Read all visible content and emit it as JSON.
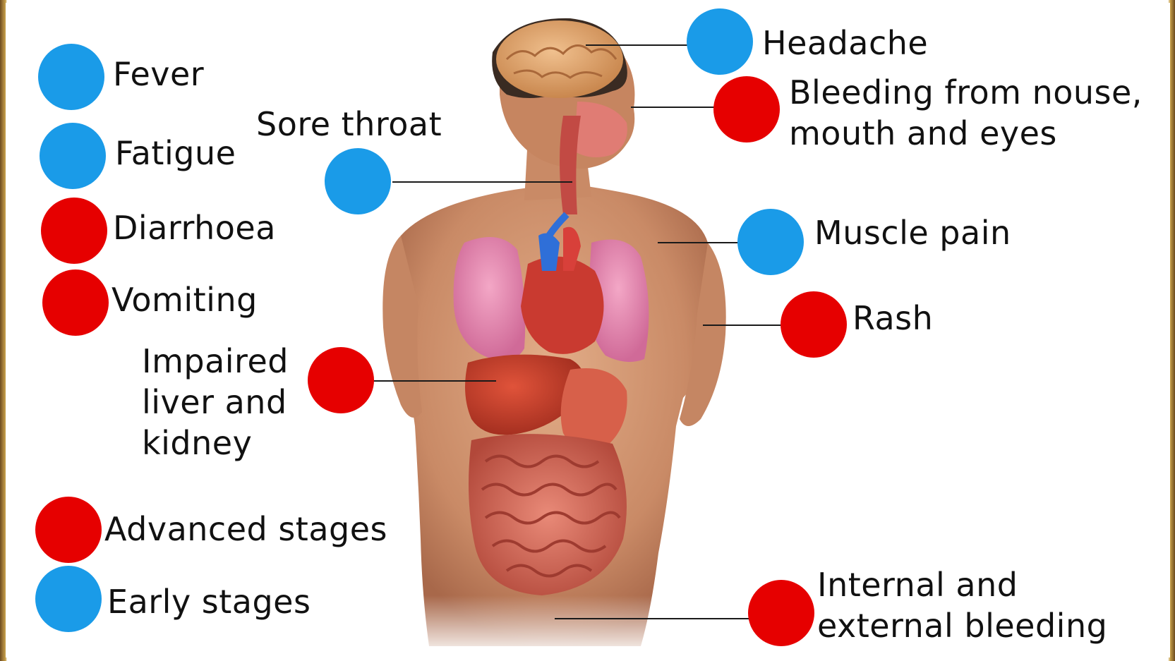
{
  "colors": {
    "early": "#1a9be8",
    "advanced": "#e60000"
  },
  "legend": {
    "advanced_label": "Advanced stages",
    "early_label": "Early stages"
  },
  "symptoms": {
    "fever": "Fever",
    "fatigue": "Fatigue",
    "diarrhoea": "Diarrhoea",
    "vomiting": "Vomiting",
    "sore_throat": "Sore throat",
    "impaired_line1": "Impaired",
    "impaired_line2": "liver and",
    "impaired_line3": "kidney",
    "headache": "Headache",
    "bleeding_line1": "Bleeding from nouse,",
    "bleeding_line2": "mouth and eyes",
    "muscle_pain": "Muscle pain",
    "rash": "Rash",
    "internal_line1": "Internal and",
    "internal_line2": "external bleeding"
  }
}
